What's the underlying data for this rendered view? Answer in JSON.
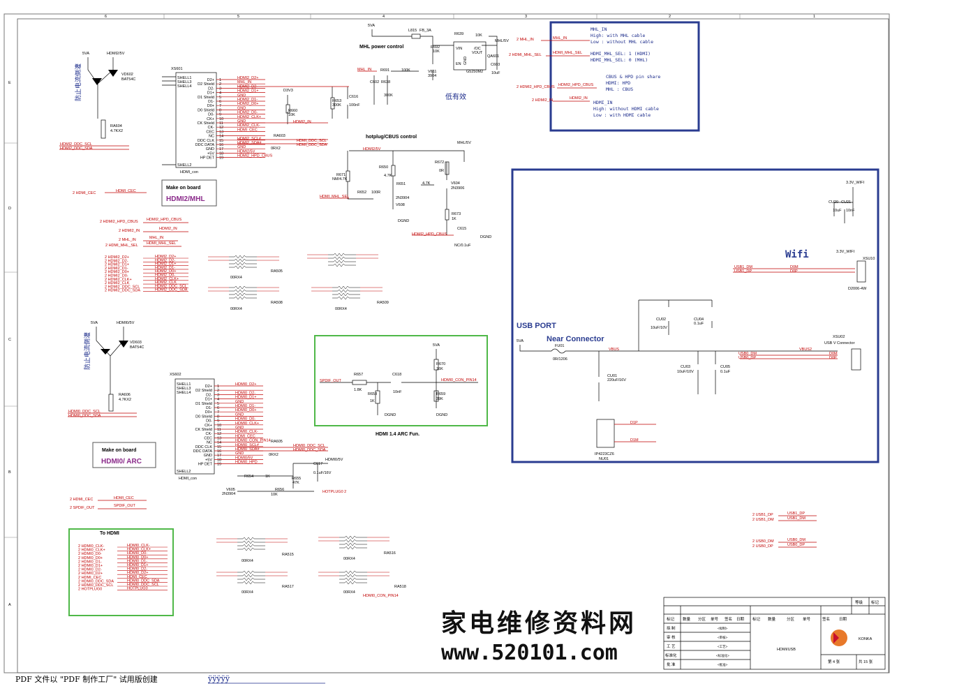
{
  "page_title": "HDMI/USB",
  "company": "KONKA",
  "watermark_cn": "家电维修资料网",
  "watermark_url": "www.520101.com",
  "footer_pdf": "PDF 文件以 \"PDF 制作工厂\" 试用版创建",
  "footer_link": "ÿÿÿÿÿ",
  "sheet": {
    "num": "第 4 张",
    "total": "共 15 张"
  },
  "title_block": {
    "grade": "等级",
    "mark": "标记",
    "cols": [
      "标记",
      "数量",
      "分区",
      "单号",
      "签名",
      "日期",
      "标记",
      "数量",
      "分区",
      "单号",
      "签名",
      "日期"
    ],
    "rows": [
      {
        "label": "拟 制",
        "value": "<拟制>"
      },
      {
        "label": "审 核",
        "value": "<审核>"
      },
      {
        "label": "工 艺",
        "value": "<工艺>"
      },
      {
        "label": "标准化",
        "value": "<标准化>"
      },
      {
        "label": "批 准",
        "value": "<批准>"
      }
    ]
  },
  "blocks": {
    "hdmi2_board": {
      "title": "Make on board",
      "name": "HDMI2/MHL"
    },
    "hdmi0_board": {
      "title": "Make on board",
      "name": "HDMI0/ ARC"
    },
    "to_hdmi": {
      "title": "To HDMI"
    },
    "mhl_power": "MHL power control",
    "hotplug": "hotplug/CBUS control",
    "arc": "HDMI 1.4 ARC Fun.",
    "usb_port": "USB PORT",
    "near_conn": "Near Connector",
    "wifi": "Wifi",
    "low_active": "低有效",
    "esd1": "防止电流倒灌",
    "esd2": "防止电流倒灌"
  },
  "notes": {
    "mhl_in": [
      "MHL_IN",
      "High: with MHL cable",
      "Low : without MHL cable"
    ],
    "mhl_sel": [
      "HDMI_MHL_SEL: 1 (HDMI)",
      "HDMI_MHL_SEL: 0 (MHL)"
    ],
    "cbus": [
      "CBUS & HPD pin share",
      "HDMI: HPD",
      "MHL : CBUS"
    ],
    "hdmi_in": [
      "HDMI_IN",
      "High: without HDMI cable",
      "Low : with HDMI cable"
    ]
  },
  "right_ports": [
    "2  MHL_IN",
    "2  HDMI_MHL_SEL",
    "2  HDMI2_HPD_CBUS",
    "2  HDMI2_IN"
  ],
  "right_nets": [
    "MHL_IN",
    "HDMI_MHL_SEL",
    "HDMI2_HPD_CBUS",
    "HDMI2_IN"
  ],
  "left_ports_a": [
    "2  HDMI2_HPD_CBUS",
    "2  HDMI2_IN",
    "2  MHL_IN",
    "2  HDMI_MHL_SEL"
  ],
  "left_nets_a": [
    "HDMI2_HPD_CBUS",
    "HDMI2_IN",
    "MHL_IN",
    "HDMI_MHL_SEL"
  ],
  "left_ports_b": [
    "2  HDMI2_D2+",
    "2  HDMI2_D2-",
    "2  HDMI2_D1+",
    "2  HDMI2_D1-",
    "2  HDMI2_D0+",
    "2  HDMI2_D0-",
    "2  HDMI2_CLK+",
    "2  HDMI2_CLK",
    "2  HDMI2_DDC_SCL",
    "2  HDMI2_DDC_SDA"
  ],
  "left_nets_b": [
    "HDMI2_D2+",
    "HDMI2_D2-",
    "HDMI2_D1+",
    "HDMI2_D1-",
    "HDMI2_D0+",
    "HDMI2_D0-",
    "HDMI2_CLK+",
    "HDMI2_CLK",
    "HDMI2_DDC_SCL",
    "HDMI2_DDC_SDA"
  ],
  "to_hdmi_ports": [
    "2  HDMI0_CLK-",
    "2  HDMI0_CLK+",
    "2  HDMI0_D0-",
    "2  HDMI0_D0+",
    "2  HDMI0_D1-",
    "2  HDMI0_D1+",
    "2  HDMI0_D2-",
    "2  HDMI0_D2+",
    "2  HDMI_CEC",
    "2  HDMI0_DDC_SDA",
    "2  HDMI0_DDC_SCL",
    "2  HOTPLUG0"
  ],
  "to_hdmi_nets": [
    "HDMI0_CLK-",
    "HDMI0_CLK+",
    "HDMI0_D0-",
    "HDMI0_D0+",
    "HDMI0_D1-",
    "HDMI0_D1+",
    "HDMI0_D2-",
    "HDMI0_D2+",
    "HDMI_CEC",
    "HDMI0_DDC_SDA",
    "HDMI0_DDC_SCL",
    "HOTPLUG0"
  ],
  "xs601_pins": [
    "D2+",
    "D2 Shield",
    "D2-",
    "D1+",
    "D1 Shield",
    "D1-",
    "D0+",
    "D0 Shield",
    "D0-",
    "CK+",
    "CK Shield",
    "CK-",
    "CEC",
    "NC",
    "DDC CLK",
    "DDC DATA",
    "GND",
    "+5V",
    "HP DET"
  ],
  "xs601_nets": [
    "HDMI2_D2+",
    "MHL_IN",
    "HDMI2_D2-",
    "HDMI2_D1+",
    "GND",
    "HDMI2_D1-",
    "HDMI2_D0+",
    "GND",
    "HDMI2_D0-",
    "HDMI2_CLK+",
    "GND",
    "HDMI2_CLK-",
    "HDMI_CEC",
    "",
    "HDMI2_SCL#",
    "HDMI2_SDA#",
    "GND",
    "HDMI2/5V",
    "HDMI2_HPD_CBUS"
  ],
  "xs602_pins": [
    "D2+",
    "D2 Shield",
    "D2-",
    "D1+",
    "D1 Shield",
    "D1-",
    "D0+",
    "D0 Shield",
    "D0-",
    "CK+",
    "CK Shield",
    "CK-",
    "CEC",
    "NC",
    "DDC CLK",
    "DDC DATA",
    "GND",
    "+5V",
    "HP DET"
  ],
  "xs602_nets": [
    "HDMI0_D2+",
    "",
    "HDMI0_D2-",
    "HDMI0_D1+",
    "GND",
    "HDMI0_D1-",
    "HDMI0_D0+",
    "GND",
    "HDMI0_D0-",
    "HDMI0_CLK+",
    "GND",
    "HDMI0_CLK-",
    "HDMI_CEC",
    "HDMI0_CON_PIN14",
    "HDMI0_SCL#",
    "HDMI0_SDA#",
    "GND",
    "HDMI0/5V",
    "HDMI0_HPD"
  ],
  "labels": {
    "xs601": "XS601",
    "xs602": "XS602",
    "hdmi_con": "HDMI_con",
    "shell": [
      "SHELL1",
      "SHELL3",
      "SHELL4",
      "SHELL2"
    ],
    "vd602": "VD602",
    "vd603": "VD603",
    "bat54c": "BAT54C",
    "ra604": "RA604",
    "ra606": "RA606",
    "r47k2": "4.7KX2",
    "v5a": "5VA",
    "hdmi2_5v": "HDMI2/5V",
    "hdmi0_5v": "HDMI0/5V",
    "mhl_5v": "MHL/5V",
    "d3v3": "D3V3",
    "l815": "L815",
    "fb3a": "FB_3A",
    "qa601": "QA601",
    "g5250m2": "G5250M2",
    "vin": "VIN",
    "vout": "VOUT",
    "oc": "/OC",
    "gnd": "GND",
    "en": "EN",
    "r660": "R660",
    "r10k": "10K",
    "c616": "C616",
    "c100nf": "100nF",
    "r653": "R653",
    "r300k": "300K",
    "ra603": "RA603",
    "ra605": "RA605",
    "r0x2": "0RX2",
    "usb_net": "VBUS",
    "usb_net2": "VBUS2",
    "fu01": "FU01",
    "r0_1206": "0R/1206",
    "cu01": "CU01",
    "cu01v": "220uF/16V",
    "cu02": "CU02",
    "cu02v": "10uF/10V",
    "cu03": "CU03",
    "cu03v": "10uF/10V",
    "cu04": "CU04",
    "cu04v": "0.1uF",
    "cu05": "CU05",
    "cu05v": "0.1uF",
    "xsu02": "XSU02",
    "usb_conn": "USB V Connector",
    "xsu10": "XSU10",
    "d2006": "D2006-4W",
    "v33": "3.3V_WIFI",
    "cu20": "CU20",
    "cu21": "CU21",
    "c10uf": "10uF",
    "c10nf": "10nF",
    "nu01": "NU01",
    "ip4223": "IP4223CZ6",
    "d1p": "D1P",
    "d1m": "D1M",
    "d0m": "D0M",
    "d0p": "D0P",
    "usb_ports": [
      "2  USB1_DP",
      "2  USB1_DM",
      "2  USB0_DM",
      "2  USB0_DP"
    ],
    "usb_nets": [
      "USB1_DP",
      "USB1_DM",
      "USB0_DM",
      "USB0_DP"
    ],
    "hdmi_cec_port": "2  HDMI_CEC",
    "spdif_port": "2  SPDIF_OUT",
    "hdmi_cec": "HDMI_CEC",
    "spdif": "SPDIF_OUT",
    "hotplug0": "HOTPLUG0  2",
    "hdmi0_con_pin14": "HDMI0_CON_PIN14",
    "r657": "R657",
    "r18k": "1.8K",
    "c618": "C618",
    "c10nf2": "10nF",
    "r670": "R670",
    "r16k": "16K",
    "r658": "R658",
    "r1k": "1K",
    "r659": "R659",
    "r39k": "39K",
    "dgnd": "DGND",
    "r654": "R654",
    "r656": "R656",
    "r655": "R655",
    "r47k": "47K",
    "c617": "C617",
    "c01uf16": "0.1uF/16V",
    "v605": "V605",
    "n2n3904": "2N3904",
    "n2n3906": "2N3906",
    "r671": "R671",
    "r650": "R650",
    "r651": "R651",
    "r652": "R652",
    "r672": "R672",
    "r673": "R673",
    "c615": "C615",
    "v608": "V608",
    "v604": "V604",
    "r100r": "100R",
    "r691": "R691",
    "r100k": "100K",
    "r639": "R639",
    "r692": "R692",
    "v611": "V611",
    "n3904": "3904",
    "c602": "C602",
    "r638": "R638",
    "c603": "C603",
    "c10uf2": "10uF",
    "ra505": "RA505",
    "ra508": "RA508",
    "ra509": "RA509",
    "ra515": "RA515",
    "ra516": "RA516",
    "ra517": "RA517",
    "ra518": "RA518",
    "r0rx4": "00RX4"
  },
  "grid_cols": [
    "6",
    "5",
    "4",
    "3",
    "2",
    "1"
  ],
  "grid_rows": [
    "E",
    "D",
    "C",
    "B",
    "A"
  ]
}
